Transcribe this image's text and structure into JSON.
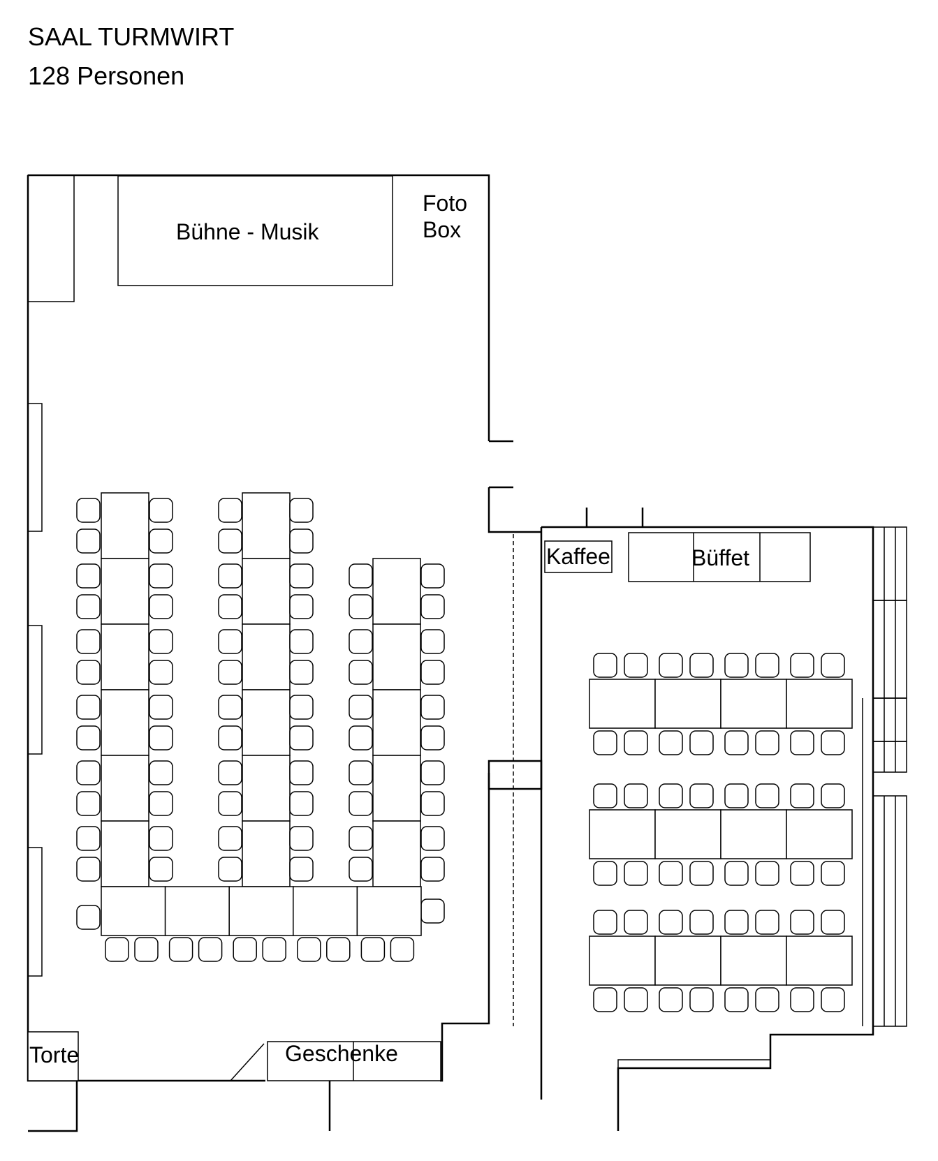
{
  "header": {
    "title": "SAAL  TURMWIRT",
    "subtitle": "128 Personen"
  },
  "labels": {
    "stage": "Bühne - Musik",
    "photo_line1": "Foto",
    "photo_line2": "Box",
    "coffee": "Kaffee",
    "buffet": "Büffet",
    "cake": "Torte",
    "gifts": "Geschenke"
  }
}
